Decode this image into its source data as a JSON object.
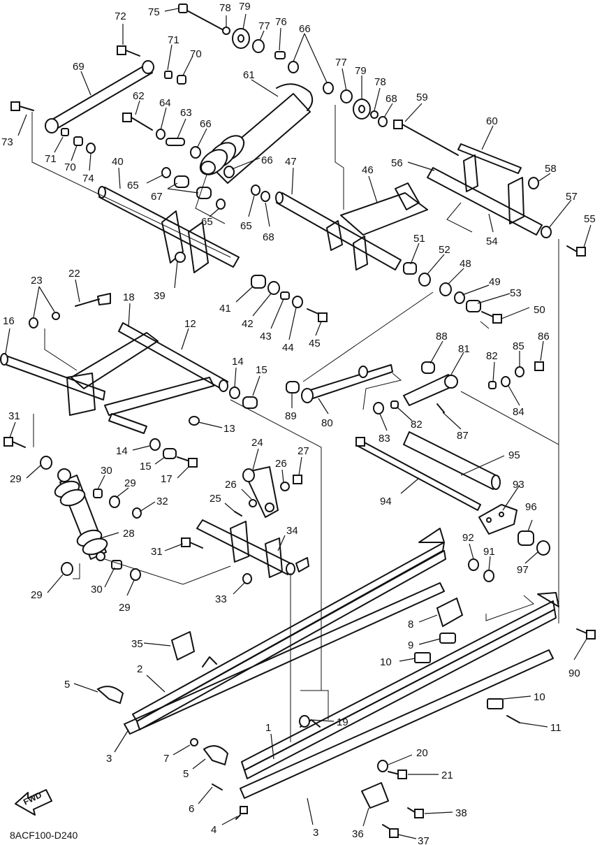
{
  "diagram": {
    "drawing_code": "8ACF100-D240",
    "fwd_label": "FWD",
    "callouts": [
      {
        "id": "c1",
        "label": "1"
      },
      {
        "id": "c2",
        "label": "2"
      },
      {
        "id": "c3a",
        "label": "3"
      },
      {
        "id": "c3b",
        "label": "3"
      },
      {
        "id": "c4",
        "label": "4"
      },
      {
        "id": "c5a",
        "label": "5"
      },
      {
        "id": "c5b",
        "label": "5"
      },
      {
        "id": "c6",
        "label": "6"
      },
      {
        "id": "c7",
        "label": "7"
      },
      {
        "id": "c8",
        "label": "8"
      },
      {
        "id": "c9",
        "label": "9"
      },
      {
        "id": "c10a",
        "label": "10"
      },
      {
        "id": "c10b",
        "label": "10"
      },
      {
        "id": "c11",
        "label": "11"
      },
      {
        "id": "c12",
        "label": "12"
      },
      {
        "id": "c13",
        "label": "13"
      },
      {
        "id": "c14a",
        "label": "14"
      },
      {
        "id": "c14b",
        "label": "14"
      },
      {
        "id": "c15a",
        "label": "15"
      },
      {
        "id": "c15b",
        "label": "15"
      },
      {
        "id": "c16",
        "label": "16"
      },
      {
        "id": "c17",
        "label": "17"
      },
      {
        "id": "c18",
        "label": "18"
      },
      {
        "id": "c19",
        "label": "19"
      },
      {
        "id": "c20",
        "label": "20"
      },
      {
        "id": "c21",
        "label": "21"
      },
      {
        "id": "c22",
        "label": "22"
      },
      {
        "id": "c23",
        "label": "23"
      },
      {
        "id": "c24",
        "label": "24"
      },
      {
        "id": "c25",
        "label": "25"
      },
      {
        "id": "c26a",
        "label": "26"
      },
      {
        "id": "c26b",
        "label": "26"
      },
      {
        "id": "c27",
        "label": "27"
      },
      {
        "id": "c28",
        "label": "28"
      },
      {
        "id": "c29a",
        "label": "29"
      },
      {
        "id": "c29b",
        "label": "29"
      },
      {
        "id": "c29c",
        "label": "29"
      },
      {
        "id": "c29d",
        "label": "29"
      },
      {
        "id": "c30a",
        "label": "30"
      },
      {
        "id": "c30b",
        "label": "30"
      },
      {
        "id": "c31a",
        "label": "31"
      },
      {
        "id": "c31b",
        "label": "31"
      },
      {
        "id": "c32",
        "label": "32"
      },
      {
        "id": "c33",
        "label": "33"
      },
      {
        "id": "c34",
        "label": "34"
      },
      {
        "id": "c35",
        "label": "35"
      },
      {
        "id": "c36",
        "label": "36"
      },
      {
        "id": "c37",
        "label": "37"
      },
      {
        "id": "c38",
        "label": "38"
      },
      {
        "id": "c39",
        "label": "39"
      },
      {
        "id": "c40",
        "label": "40"
      },
      {
        "id": "c41",
        "label": "41"
      },
      {
        "id": "c42",
        "label": "42"
      },
      {
        "id": "c43",
        "label": "43"
      },
      {
        "id": "c44",
        "label": "44"
      },
      {
        "id": "c45",
        "label": "45"
      },
      {
        "id": "c46",
        "label": "46"
      },
      {
        "id": "c47",
        "label": "47"
      },
      {
        "id": "c48",
        "label": "48"
      },
      {
        "id": "c49",
        "label": "49"
      },
      {
        "id": "c50",
        "label": "50"
      },
      {
        "id": "c51",
        "label": "51"
      },
      {
        "id": "c52",
        "label": "52"
      },
      {
        "id": "c53",
        "label": "53"
      },
      {
        "id": "c54",
        "label": "54"
      },
      {
        "id": "c55",
        "label": "55"
      },
      {
        "id": "c56",
        "label": "56"
      },
      {
        "id": "c57",
        "label": "57"
      },
      {
        "id": "c58",
        "label": "58"
      },
      {
        "id": "c59",
        "label": "59"
      },
      {
        "id": "c60",
        "label": "60"
      },
      {
        "id": "c61",
        "label": "61"
      },
      {
        "id": "c62",
        "label": "62"
      },
      {
        "id": "c63",
        "label": "63"
      },
      {
        "id": "c64",
        "label": "64"
      },
      {
        "id": "c65a",
        "label": "65"
      },
      {
        "id": "c65b",
        "label": "65"
      },
      {
        "id": "c65c",
        "label": "65"
      },
      {
        "id": "c66a",
        "label": "66"
      },
      {
        "id": "c66b",
        "label": "66"
      },
      {
        "id": "c66c",
        "label": "66"
      },
      {
        "id": "c67",
        "label": "67"
      },
      {
        "id": "c68a",
        "label": "68"
      },
      {
        "id": "c68b",
        "label": "68"
      },
      {
        "id": "c69",
        "label": "69"
      },
      {
        "id": "c70a",
        "label": "70"
      },
      {
        "id": "c70b",
        "label": "70"
      },
      {
        "id": "c71a",
        "label": "71"
      },
      {
        "id": "c71b",
        "label": "71"
      },
      {
        "id": "c72",
        "label": "72"
      },
      {
        "id": "c73",
        "label": "73"
      },
      {
        "id": "c74",
        "label": "74"
      },
      {
        "id": "c75",
        "label": "75"
      },
      {
        "id": "c76",
        "label": "76"
      },
      {
        "id": "c77a",
        "label": "77"
      },
      {
        "id": "c77b",
        "label": "77"
      },
      {
        "id": "c78a",
        "label": "78"
      },
      {
        "id": "c78b",
        "label": "78"
      },
      {
        "id": "c79a",
        "label": "79"
      },
      {
        "id": "c79b",
        "label": "79"
      },
      {
        "id": "c80",
        "label": "80"
      },
      {
        "id": "c81",
        "label": "81"
      },
      {
        "id": "c82a",
        "label": "82"
      },
      {
        "id": "c82b",
        "label": "82"
      },
      {
        "id": "c83",
        "label": "83"
      },
      {
        "id": "c84",
        "label": "84"
      },
      {
        "id": "c85",
        "label": "85"
      },
      {
        "id": "c86",
        "label": "86"
      },
      {
        "id": "c87",
        "label": "87"
      },
      {
        "id": "c88",
        "label": "88"
      },
      {
        "id": "c89",
        "label": "89"
      },
      {
        "id": "c90",
        "label": "90"
      },
      {
        "id": "c91",
        "label": "91"
      },
      {
        "id": "c92",
        "label": "92"
      },
      {
        "id": "c93",
        "label": "93"
      },
      {
        "id": "c94",
        "label": "94"
      },
      {
        "id": "c95",
        "label": "95"
      },
      {
        "id": "c96",
        "label": "96"
      },
      {
        "id": "c97",
        "label": "97"
      }
    ]
  }
}
